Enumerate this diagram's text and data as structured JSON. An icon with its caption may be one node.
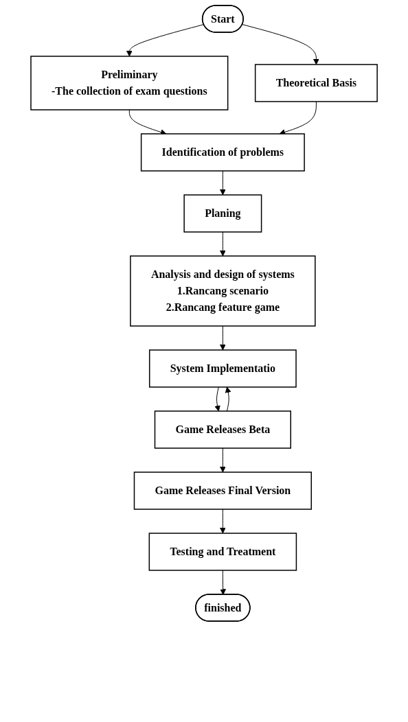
{
  "diagram": {
    "nodes": [
      {
        "text": [
          "Start"
        ]
      },
      {
        "text": [
          "Preliminary",
          "-The collection of exam questions"
        ]
      },
      {
        "text": [
          "Theoretical Basis"
        ]
      },
      {
        "text": [
          "Identification of problems"
        ]
      },
      {
        "text": [
          "Planing"
        ]
      },
      {
        "text": [
          "Analysis and design of systems",
          "1.Rancang scenario",
          "2.Rancang feature game"
        ]
      },
      {
        "text": [
          "System Implementatio"
        ]
      },
      {
        "text": [
          "Game Releases Beta"
        ]
      },
      {
        "text": [
          "Game Releases Final Version"
        ]
      },
      {
        "text": [
          "Testing and Treatment"
        ]
      },
      {
        "text": [
          "finished"
        ]
      }
    ],
    "edges": [
      {
        "from": 0,
        "to": 1,
        "arrow": "to"
      },
      {
        "from": 0,
        "to": 2,
        "arrow": "to"
      },
      {
        "from": 1,
        "to": 3,
        "arrow": "to"
      },
      {
        "from": 2,
        "to": 3,
        "arrow": "to"
      },
      {
        "from": 3,
        "to": 4,
        "arrow": "to"
      },
      {
        "from": 4,
        "to": 5,
        "arrow": "to"
      },
      {
        "from": 5,
        "to": 6,
        "arrow": "to"
      },
      {
        "from": 6,
        "to": 7,
        "arrow": "to"
      },
      {
        "from": 7,
        "to": 6,
        "arrow": "to"
      },
      {
        "from": 7,
        "to": 8,
        "arrow": "to"
      },
      {
        "from": 8,
        "to": 9,
        "arrow": "to"
      },
      {
        "from": 9,
        "to": 10,
        "arrow": "to"
      }
    ]
  }
}
